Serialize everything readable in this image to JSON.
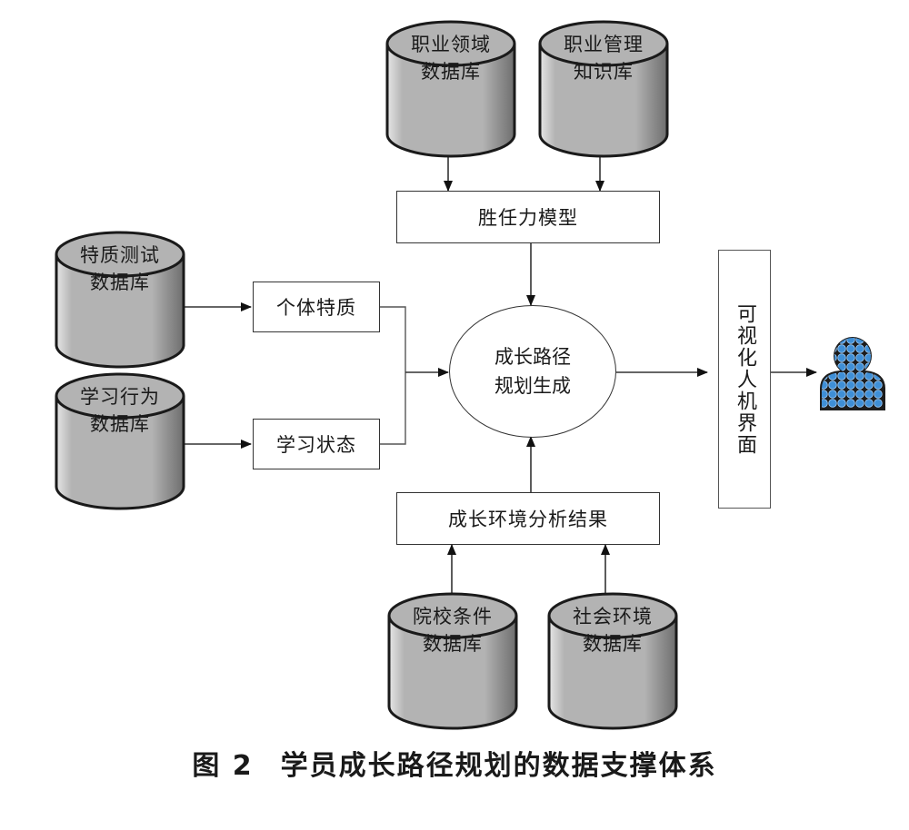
{
  "databases": {
    "career_field": "职业领域\n数据库",
    "career_mgmt": "职业管理\n知识库",
    "trait_test": "特质测试\n数据库",
    "learning_behavior": "学习行为\n数据库",
    "college_conditions": "院校条件\n数据库",
    "social_env": "社会环境\n数据库"
  },
  "boxes": {
    "competency_model": "胜任力模型",
    "individual_traits": "个体特质",
    "learning_status": "学习状态",
    "env_analysis": "成长环境分析结果",
    "visual_ui": "可视化人机界面"
  },
  "center": {
    "label": "成长路径\n规划生成"
  },
  "caption": {
    "number": "图 2",
    "title": "学员成长路径规划的数据支撑体系"
  },
  "colors": {
    "cylinder_fill": "#b3b3b3",
    "cylinder_dark": "#6e6e6e",
    "cylinder_light": "#e6e6e6",
    "line": "#333333",
    "user_fill": "#3f8fd6"
  }
}
